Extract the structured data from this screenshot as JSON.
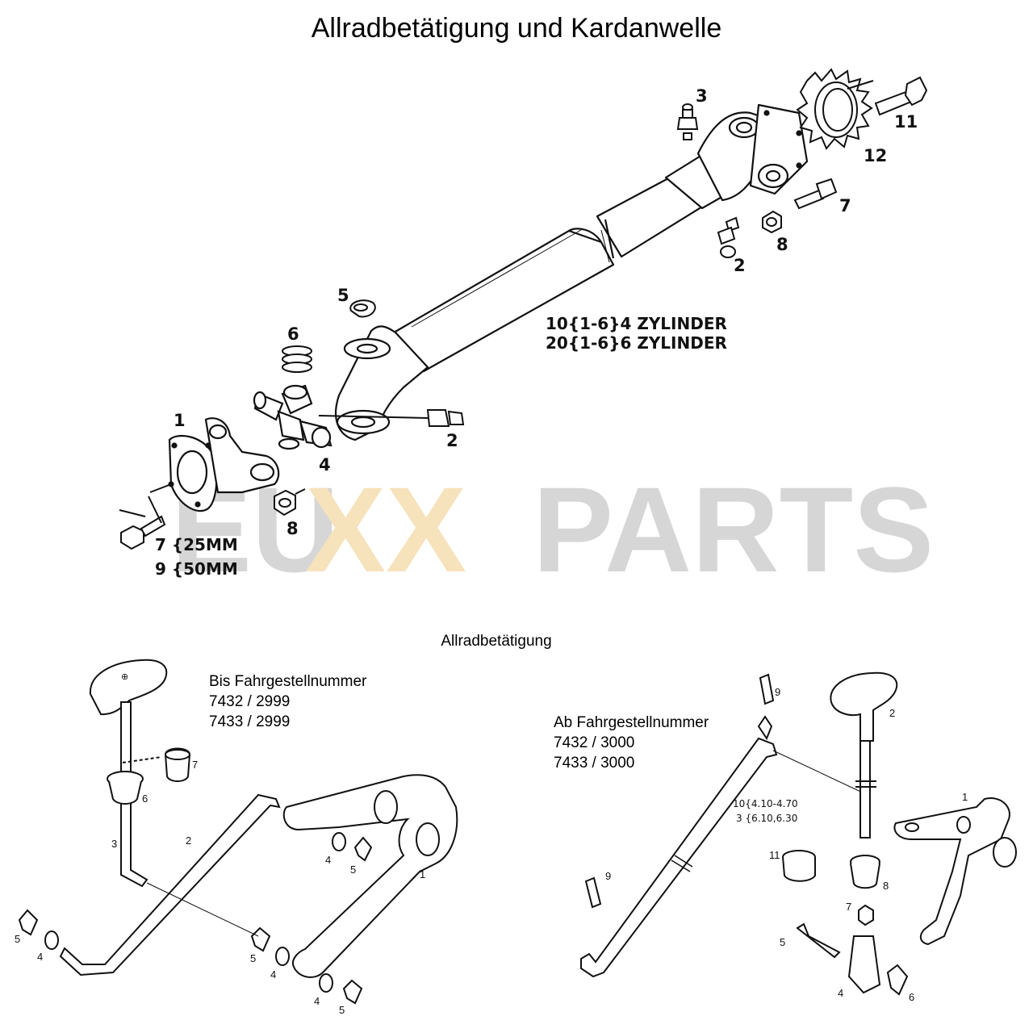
{
  "header": {
    "title": "Allradbetätigung und Kardanwelle"
  },
  "section": {
    "subtitle": "Allradbetätigung"
  },
  "watermark": {
    "eu": "EU",
    "xx": "XX",
    "parts": "PARTS",
    "colors": {
      "gray": "#d0d0d0",
      "yellow": "#f5deb0"
    }
  },
  "shaft": {
    "labels": {
      "p1": "1",
      "p2a": "2",
      "p2b": "2",
      "p3": "3",
      "p4": "4",
      "p5": "5",
      "p6": "6",
      "p7": "7",
      "p8a": "8",
      "p8b": "8",
      "p11": "11",
      "p12": "12"
    },
    "notes": {
      "cyl4": "10{1-6}4 ZYLINDER",
      "cyl6": "20{1-6}6 ZYLINDER",
      "bolt25": "7 {25MM",
      "bolt50": "9 {50MM"
    }
  },
  "left_variant": {
    "caption_lines": [
      "Bis Fahrgestellnummer",
      "7432 / 2999",
      "7433 / 2999"
    ],
    "labels": {
      "p1": "1",
      "p2": "2",
      "p3": "3",
      "p4a": "4",
      "p4b": "4",
      "p4c": "4",
      "p4d": "4",
      "p5a": "5",
      "p5b": "5",
      "p5c": "5",
      "p5d": "5",
      "p6": "6",
      "p7": "7"
    }
  },
  "right_variant": {
    "caption_lines": [
      "Ab Fahrgestellnummer",
      "7432 / 3000",
      "7433 / 3000"
    ],
    "labels": {
      "p1": "1",
      "p2": "2",
      "p4": "4",
      "p5": "5",
      "p6": "6",
      "p7": "7",
      "p8": "8",
      "p9a": "9",
      "p9b": "9",
      "p11": "11"
    },
    "notes": {
      "len1": "10{4.10-4.70",
      "len2": "3 {6.10,6.30"
    }
  }
}
